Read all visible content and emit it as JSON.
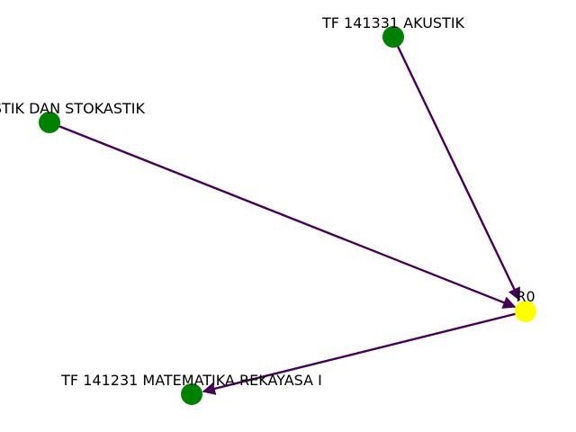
{
  "graph": {
    "nodes": [
      {
        "id": "akustik",
        "label": "TF 141331 AKUSTIK",
        "color": "#008000"
      },
      {
        "id": "statistik",
        "label": "STATISTIK DAN STOKASTIK",
        "color": "#008000"
      },
      {
        "id": "r0",
        "label": "R0",
        "color": "#ffff00"
      },
      {
        "id": "matematika",
        "label": "TF 141231 MATEMATIKA REKAYASA I",
        "color": "#008000"
      }
    ],
    "edges": [
      {
        "from": "akustik",
        "to": "r0"
      },
      {
        "from": "statistik",
        "to": "r0"
      },
      {
        "from": "r0",
        "to": "matematika"
      }
    ],
    "edge_color": "#440154"
  }
}
